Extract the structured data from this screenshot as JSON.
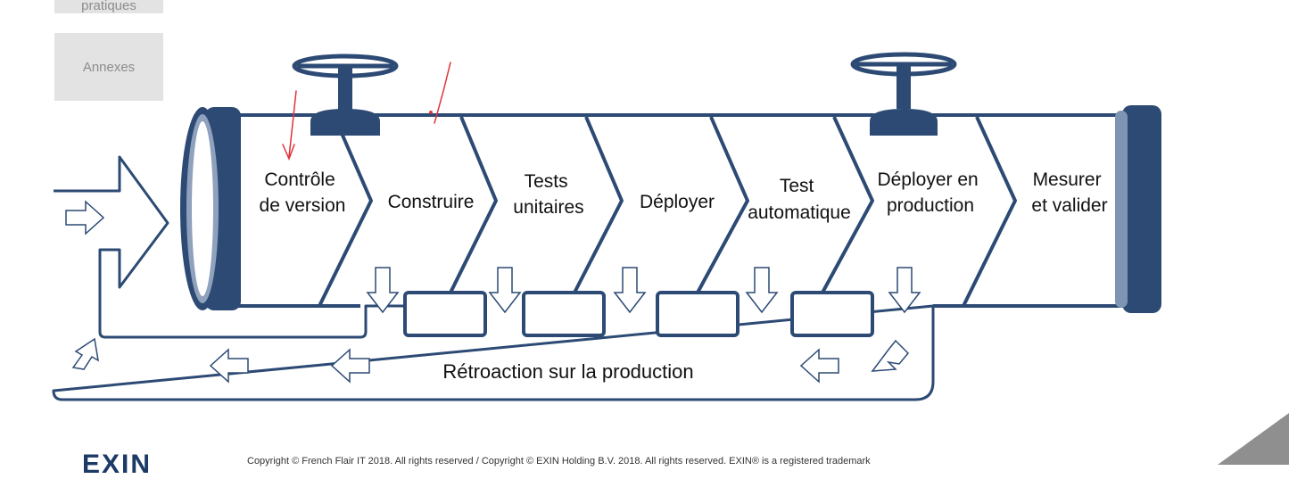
{
  "sidebar": {
    "items": [
      {
        "label": "pratiques"
      },
      {
        "label": "Annexes"
      }
    ]
  },
  "diagram": {
    "stages": [
      {
        "lines": [
          "Contrôle",
          "de version"
        ]
      },
      {
        "lines": [
          "Construire"
        ]
      },
      {
        "lines": [
          "Tests",
          "unitaires"
        ]
      },
      {
        "lines": [
          "Déployer"
        ]
      },
      {
        "lines": [
          "Test",
          "automatique"
        ]
      },
      {
        "lines": [
          "Déployer en",
          "production"
        ]
      },
      {
        "lines": [
          "Mesurer",
          "et valider"
        ]
      }
    ],
    "feedback_label": "Rétroaction sur la production",
    "colors": {
      "pipe": "#2c4a74",
      "pipe_light": "#7f93b3",
      "annotation": "#e0323a"
    }
  },
  "footer": {
    "logo": "EXIN",
    "copyright": "Copyright © French Flair IT 2018. All rights reserved / Copyright © EXIN Holding B.V. 2018. All rights reserved.   EXIN® is a registered trademark"
  }
}
